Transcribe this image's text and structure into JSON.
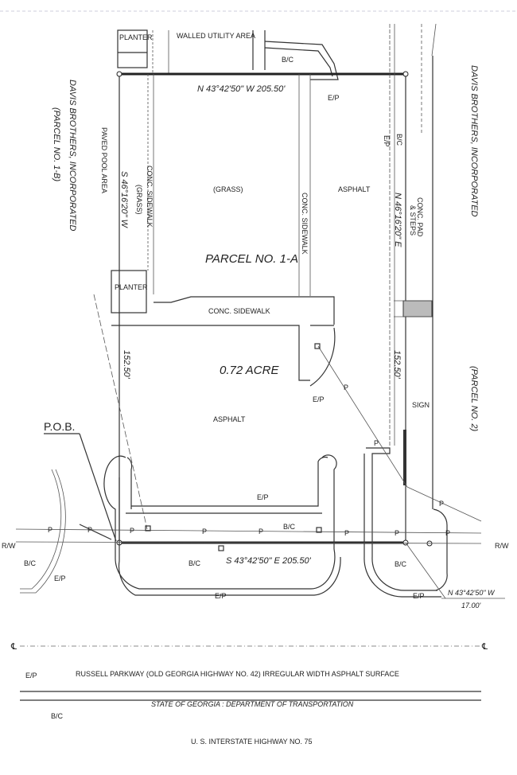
{
  "adjacent": {
    "left_owner": "DAVIS BROTHERS, INCORPORATED",
    "left_parcel": "(PARCEL NO. 1-B)",
    "right_owner": "DAVIS BROTHERS, INCORPORATED",
    "right_parcel": "(PARCEL NO. 2)"
  },
  "labels": {
    "planter_top": "PLANTER",
    "walled_utility": "WALLED UTILITY AREA",
    "paved_pool": "PAVED POOL AREA",
    "grass_left": "(GRASS)",
    "conc_sidewalk_left": "CONC. SIDEWALK",
    "grass_center": "(GRASS)",
    "conc_sidewalk_mid": "CONC. SIDEWALK",
    "asphalt_top": "ASPHALT",
    "conc_pad_1": "CONC. PAD",
    "conc_pad_2": "& STEPS",
    "parcel": "PARCEL NO. 1-A",
    "planter_mid": "PLANTER",
    "conc_sidewalk_h": "CONC. SIDEWALK",
    "area": "0.72 ACRE",
    "asphalt_bottom": "ASPHALT",
    "sign": "SIGN",
    "pob": "P.O.B.",
    "bc": "B/C",
    "ep": "E/P",
    "p": "P",
    "rw": "R/W",
    "cl": "℄"
  },
  "bearings": {
    "north": "N 43°42'50\" W   205.50'",
    "west": "S 46°16'20\" W",
    "east": "N 46°16'20\" E",
    "south": "S 43°42'50\" E   205.50'",
    "left_dist": "152.50'",
    "right_dist": "152.50'",
    "tie_bearing": "N 43°42'50\" W",
    "tie_dist": "17.00'"
  },
  "roads": {
    "parkway": "RUSSELL PARKWAY   (OLD GEORGIA HIGHWAY NO. 42)   IRREGULAR WIDTH ASPHALT SURFACE",
    "dot": "STATE OF GEORGIA : DEPARTMENT OF TRANSPORTATION",
    "interstate": "U. S. INTERSTATE HIGHWAY NO. 75"
  }
}
